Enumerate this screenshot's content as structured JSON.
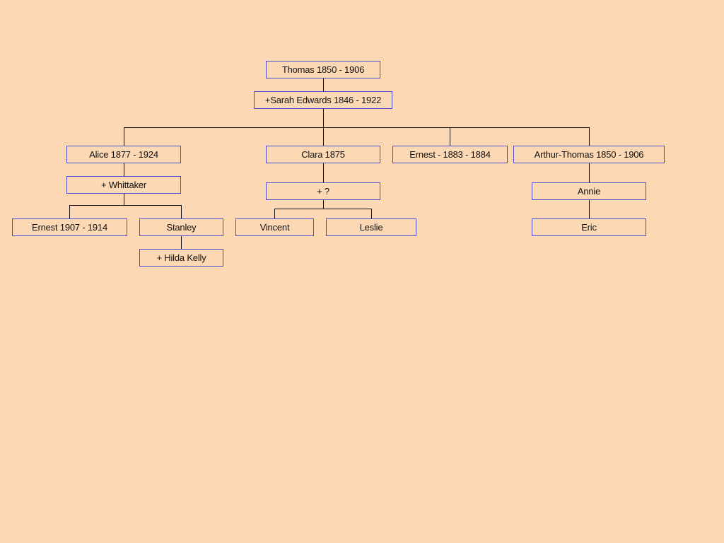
{
  "colors": {
    "background": "#FDD8B5",
    "box_border": "#4a4ad4",
    "connector": "#111111"
  },
  "nodes": {
    "thomas": "Thomas  1850 - 1906",
    "sarah": "+Sarah Edwards 1846 - 1922",
    "alice": "Alice 1877 - 1924",
    "whittaker": "+ Whittaker",
    "ernest_1907": "Ernest  1907 - 1914",
    "stanley": "Stanley",
    "hilda": "+ Hilda Kelly",
    "clara": "Clara  1875",
    "clara_spouse": "+ ?",
    "vincent": "Vincent",
    "leslie": "Leslie",
    "ernest_1883": "Ernest - 1883 - 1884",
    "arthur": "Arthur-Thomas 1850 - 1906",
    "annie": "Annie",
    "eric": "Eric"
  }
}
